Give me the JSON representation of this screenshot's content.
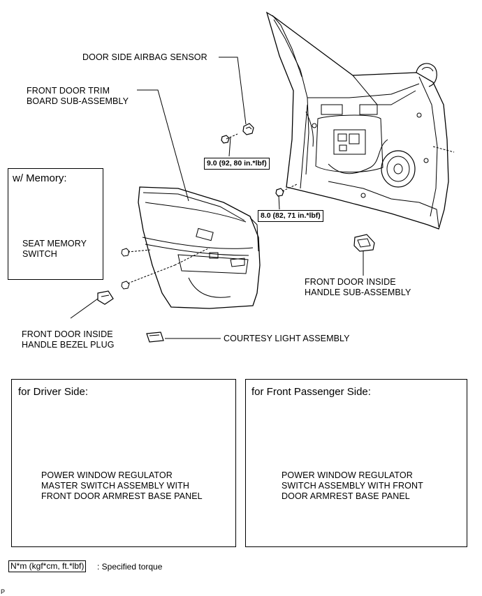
{
  "labels": {
    "airbag_sensor": "DOOR SIDE AIRBAG SENSOR",
    "trim_board": "FRONT DOOR TRIM\nBOARD SUB-ASSEMBLY",
    "seat_memory_switch": "SEAT MEMORY\nSWITCH",
    "inside_handle": "FRONT DOOR INSIDE\nHANDLE SUB-ASSEMBLY",
    "bezel_plug": "FRONT DOOR INSIDE\nHANDLE BEZEL PLUG",
    "courtesy_light": "COURTESY LIGHT ASSEMBLY"
  },
  "torques": {
    "upper": "9.0 (92, 80 in.*lbf)",
    "lower": "8.0 (82, 71 in.*lbf)"
  },
  "boxes": {
    "memory": {
      "title": "w/ Memory:"
    },
    "driver": {
      "title": "for Driver Side:",
      "part": "POWER WINDOW REGULATOR\nMASTER SWITCH ASSEMBLY WITH\nFRONT DOOR ARMREST BASE PANEL"
    },
    "passenger": {
      "title": "for Front Passenger Side:",
      "part": "POWER WINDOW REGULATOR\nSWITCH ASSEMBLY WITH FRONT\nDOOR ARMREST BASE PANEL"
    }
  },
  "legend": {
    "key": "N*m (kgf*cm, ft.*lbf)",
    "text": ": Specified torque"
  },
  "corner_mark": "P"
}
